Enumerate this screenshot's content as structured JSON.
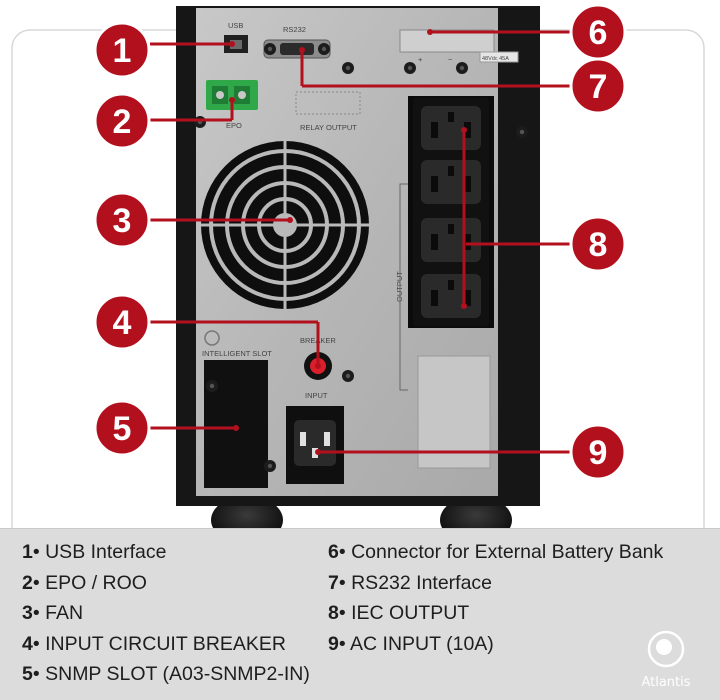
{
  "panel": {
    "labels": {
      "usb": "USB",
      "rs232": "RS232",
      "epo": "EPO",
      "relay_output": "RELAY OUTPUT",
      "battery_rating": "48Vdc  45A",
      "plus": "+",
      "minus": "−",
      "output": "OUTPUT",
      "intelligent_slot": "INTELLIGENT SLOT",
      "breaker": "BREAKER",
      "input": "INPUT"
    }
  },
  "callouts": [
    {
      "num": "1"
    },
    {
      "num": "2"
    },
    {
      "num": "3"
    },
    {
      "num": "4"
    },
    {
      "num": "5"
    },
    {
      "num": "6"
    },
    {
      "num": "7"
    },
    {
      "num": "8"
    },
    {
      "num": "9"
    }
  ],
  "legend": {
    "left": [
      {
        "num": "1",
        "text": "• USB Interface"
      },
      {
        "num": "2",
        "text": "• EPO / ROO"
      },
      {
        "num": "3",
        "text": "• FAN"
      },
      {
        "num": "4",
        "text": "• INPUT CIRCUIT BREAKER"
      },
      {
        "num": "5",
        "text": "• SNMP SLOT (A03-SNMP2-IN)"
      }
    ],
    "right": [
      {
        "num": "6",
        "text": "• Connector for External Battery Bank"
      },
      {
        "num": "7",
        "text": "• RS232 Interface"
      },
      {
        "num": "8",
        "text": "• IEC OUTPUT"
      },
      {
        "num": "9",
        "text": "• AC INPUT (10A)"
      }
    ]
  },
  "brand": {
    "name": "Atlantis"
  },
  "colors": {
    "callout_red": "#b3101e",
    "legend_bg": "#dcdcdc",
    "case": "#161616",
    "panel": "#b9b9b9"
  }
}
